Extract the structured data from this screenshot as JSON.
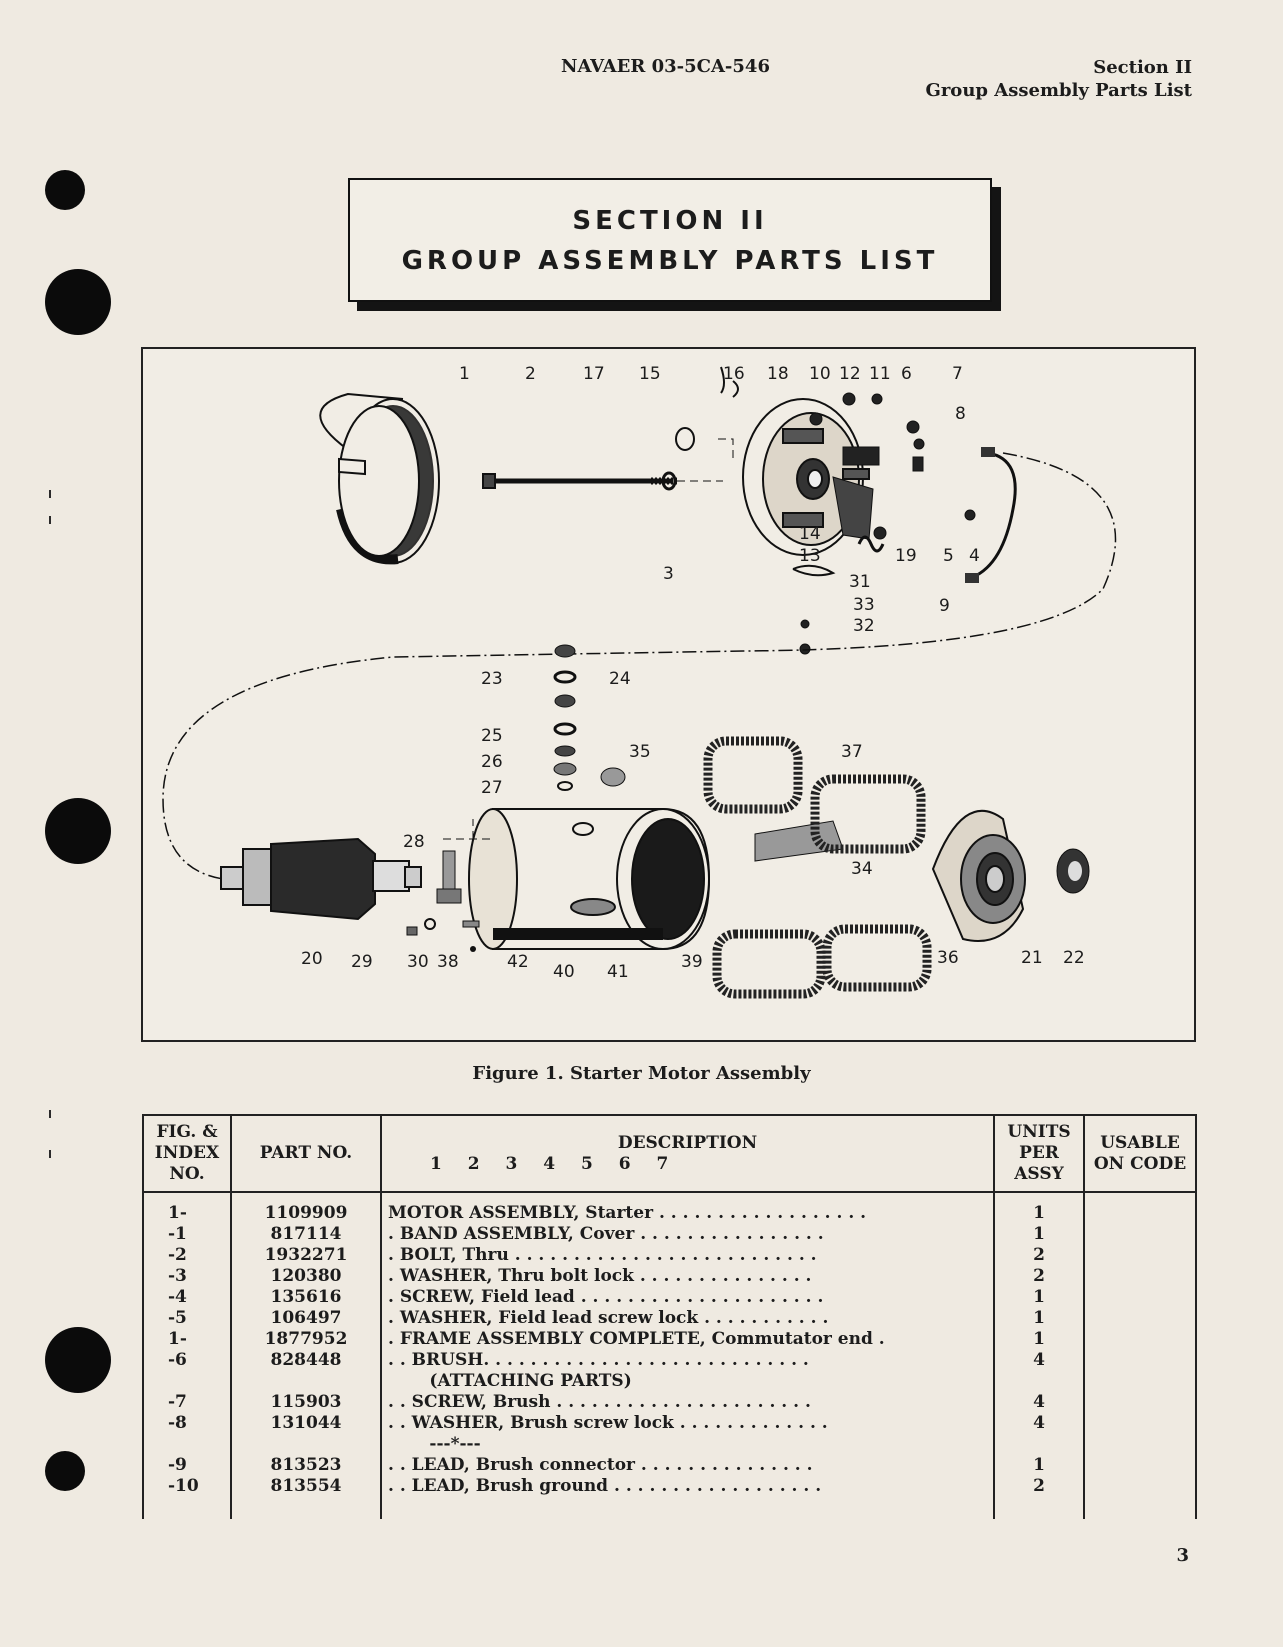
{
  "header": {
    "doc_number": "NAVAER 03-5CA-546",
    "section": "Section II",
    "section_title": "Group Assembly Parts List"
  },
  "title_box": {
    "line1": "SECTION II",
    "line2": "GROUP ASSEMBLY PARTS LIST"
  },
  "figure": {
    "caption": "Figure 1.  Starter Motor Assembly",
    "callouts": [
      "1",
      "2",
      "3",
      "4",
      "5",
      "6",
      "7",
      "8",
      "9",
      "10",
      "11",
      "12",
      "13",
      "14",
      "15",
      "16",
      "17",
      "18",
      "19",
      "20",
      "21",
      "22",
      "23",
      "24",
      "25",
      "26",
      "27",
      "28",
      "29",
      "30",
      "31",
      "32",
      "33",
      "34",
      "35",
      "36",
      "37",
      "38",
      "39",
      "40",
      "41",
      "42"
    ]
  },
  "table": {
    "headers": {
      "fig": "FIG. & INDEX NO.",
      "part": "PART NO.",
      "desc": "DESCRIPTION",
      "desc_digits": "1 2 3 4 5 6 7",
      "units": "UNITS PER ASSY",
      "usable": "USABLE ON CODE"
    },
    "rows": [
      {
        "fig": "1-",
        "part": "1109909",
        "desc": "MOTOR ASSEMBLY, Starter . . . . . . . . . . . . . . . . . .",
        "units": "1"
      },
      {
        "fig": "-1",
        "part": "817114",
        "desc": ".  BAND ASSEMBLY, Cover . . . . . . . . . . . . . . . .",
        "units": "1"
      },
      {
        "fig": "-2",
        "part": "1932271",
        "desc": ".  BOLT, Thru . . . . . . . . . . . . . . . . . . . . . . . . . .",
        "units": "2"
      },
      {
        "fig": "-3",
        "part": "120380",
        "desc": ".  WASHER, Thru bolt lock . . . . . . . . . . . . . . .",
        "units": "2"
      },
      {
        "fig": "-4",
        "part": "135616",
        "desc": ".  SCREW, Field lead . . . . . . . . . . . . . . . . . . . . .",
        "units": "1"
      },
      {
        "fig": "-5",
        "part": "106497",
        "desc": ".  WASHER, Field lead screw lock . . . . . . . . . . .",
        "units": "1"
      },
      {
        "fig": "1-",
        "part": "1877952",
        "desc": ".  FRAME ASSEMBLY COMPLETE, Commutator end .",
        "units": "1"
      },
      {
        "fig": "-6",
        "part": "828448",
        "desc": ". .  BRUSH. . . . . . . . . . . . . . . . . . . . . . . . . . . .",
        "units": "4"
      },
      {
        "fig": "",
        "part": "",
        "desc": "       (ATTACHING PARTS)",
        "units": ""
      },
      {
        "fig": "-7",
        "part": "115903",
        "desc": ". .  SCREW, Brush . . . . . . . . . . . . . . . . . . . . . .",
        "units": "4"
      },
      {
        "fig": "-8",
        "part": "131044",
        "desc": ". .  WASHER, Brush screw lock . . . . . . . . . . . . .",
        "units": "4"
      },
      {
        "fig": "",
        "part": "",
        "desc": "       ---*---",
        "units": ""
      },
      {
        "fig": "-9",
        "part": "813523",
        "desc": ". .  LEAD, Brush connector . . . . . . . . . . . . . . .",
        "units": "1"
      },
      {
        "fig": "-10",
        "part": "813554",
        "desc": ". .  LEAD, Brush ground . . . . . . . . . . . . . . . . . .",
        "units": "2"
      }
    ]
  },
  "page_number": "3"
}
